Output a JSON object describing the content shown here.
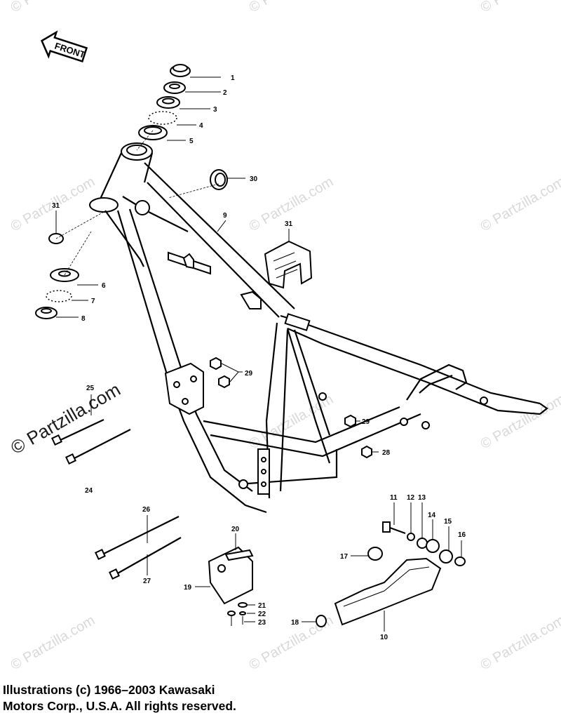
{
  "watermark": {
    "text": "© Partzilla.com",
    "prominent_text": "© Partzilla.com"
  },
  "front_arrow": {
    "label": "FRONT"
  },
  "callouts": [
    {
      "id": "c1",
      "label": "1"
    },
    {
      "id": "c2",
      "label": "2"
    },
    {
      "id": "c3",
      "label": "3"
    },
    {
      "id": "c4",
      "label": "4"
    },
    {
      "id": "c5",
      "label": "5"
    },
    {
      "id": "c30",
      "label": "30"
    },
    {
      "id": "c9",
      "label": "9"
    },
    {
      "id": "c31a",
      "label": "31"
    },
    {
      "id": "c31b",
      "label": "31"
    },
    {
      "id": "c6",
      "label": "6"
    },
    {
      "id": "c7",
      "label": "7"
    },
    {
      "id": "c8",
      "label": "8"
    },
    {
      "id": "c29a",
      "label": "29"
    },
    {
      "id": "c25",
      "label": "25"
    },
    {
      "id": "c29b",
      "label": "29"
    },
    {
      "id": "c28",
      "label": "28"
    },
    {
      "id": "c24",
      "label": "24"
    },
    {
      "id": "c11",
      "label": "11"
    },
    {
      "id": "c12",
      "label": "12"
    },
    {
      "id": "c13",
      "label": "13"
    },
    {
      "id": "c14",
      "label": "14"
    },
    {
      "id": "c15",
      "label": "15"
    },
    {
      "id": "c16",
      "label": "16"
    },
    {
      "id": "c17",
      "label": "17"
    },
    {
      "id": "c26",
      "label": "26"
    },
    {
      "id": "c20",
      "label": "20"
    },
    {
      "id": "c27",
      "label": "27"
    },
    {
      "id": "c19",
      "label": "19"
    },
    {
      "id": "c21",
      "label": "21"
    },
    {
      "id": "c22",
      "label": "22"
    },
    {
      "id": "c23",
      "label": "23"
    },
    {
      "id": "c18",
      "label": "18"
    },
    {
      "id": "c10",
      "label": "10"
    }
  ],
  "copyright": {
    "line1": "Illustrations (c) 1966–2003 Kawasaki",
    "line2": "Motors Corp., U.S.A.  All rights reserved."
  }
}
